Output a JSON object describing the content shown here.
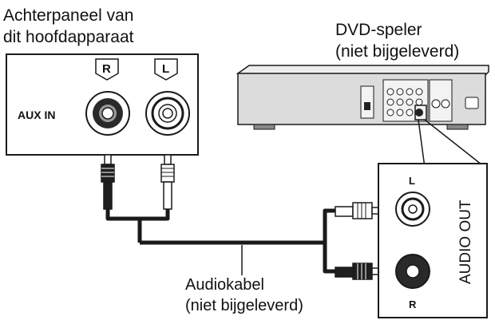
{
  "labels": {
    "rear_panel": "Achterpaneel van\ndit hoofdapparaat",
    "dvd_player": "DVD-speler\n(niet bijgeleverd)",
    "cable": "Audiokabel\n(niet bijgeleverd)",
    "aux_in": "AUX IN",
    "audio_out": "AUDIO OUT",
    "jack_r_top": "R",
    "jack_l_top": "L",
    "out_l": "L",
    "out_r": "R"
  },
  "icons": {
    "aux_panel": "rear-panel-icon",
    "dvd": "dvd-player-icon",
    "cable": "audio-cable-icon",
    "rca_plug": "rca-plug-icon"
  },
  "colors": {
    "line": "#1a1a1a",
    "panel_fill": "#ffffff",
    "jack_dark": "#222222",
    "jack_light": "#ffffff",
    "device_gray": "#d9d9d9"
  }
}
